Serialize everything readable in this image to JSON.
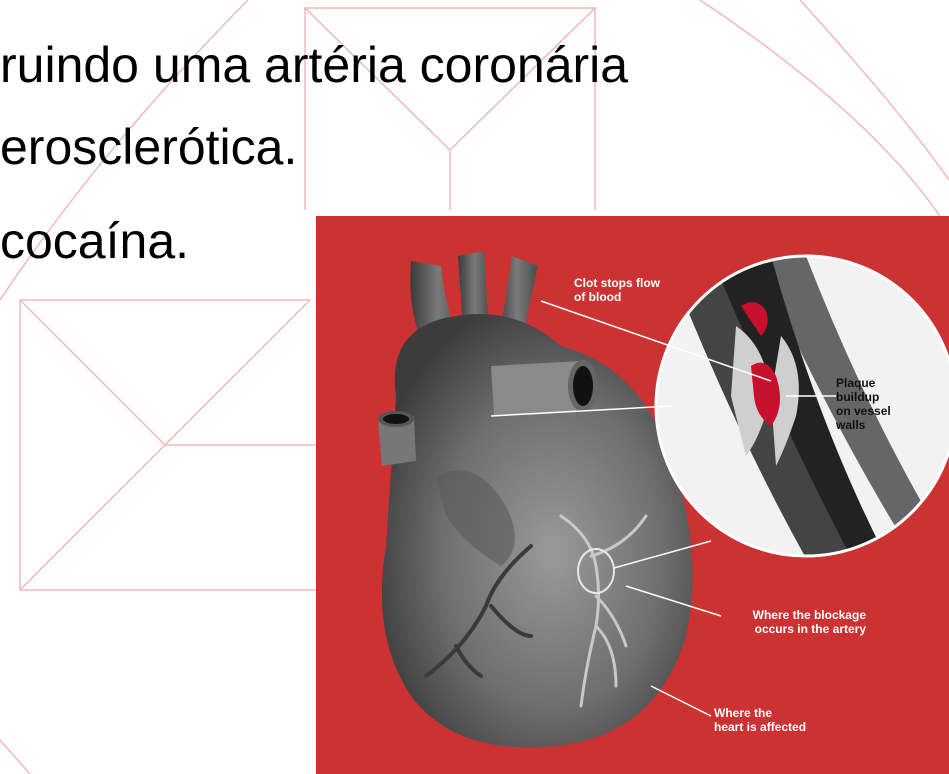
{
  "slide": {
    "lines": [
      "ruindo uma artéria coronária",
      "erosclerótica.",
      "cocaína."
    ]
  },
  "figure": {
    "labels": {
      "clot": [
        "Clot stops flow",
        "of blood"
      ],
      "plaque": [
        "Plaque",
        "buildup",
        "on vessel",
        "walls"
      ],
      "blockage": [
        "Where the blockage",
        "occurs in the artery"
      ],
      "affected": [
        "Where the",
        "heart is affected"
      ]
    }
  },
  "colors": {
    "background_panel": "#cd3232",
    "slide_lines": "#f2b8b8",
    "clot": "#c8102e",
    "text": "#000000"
  }
}
